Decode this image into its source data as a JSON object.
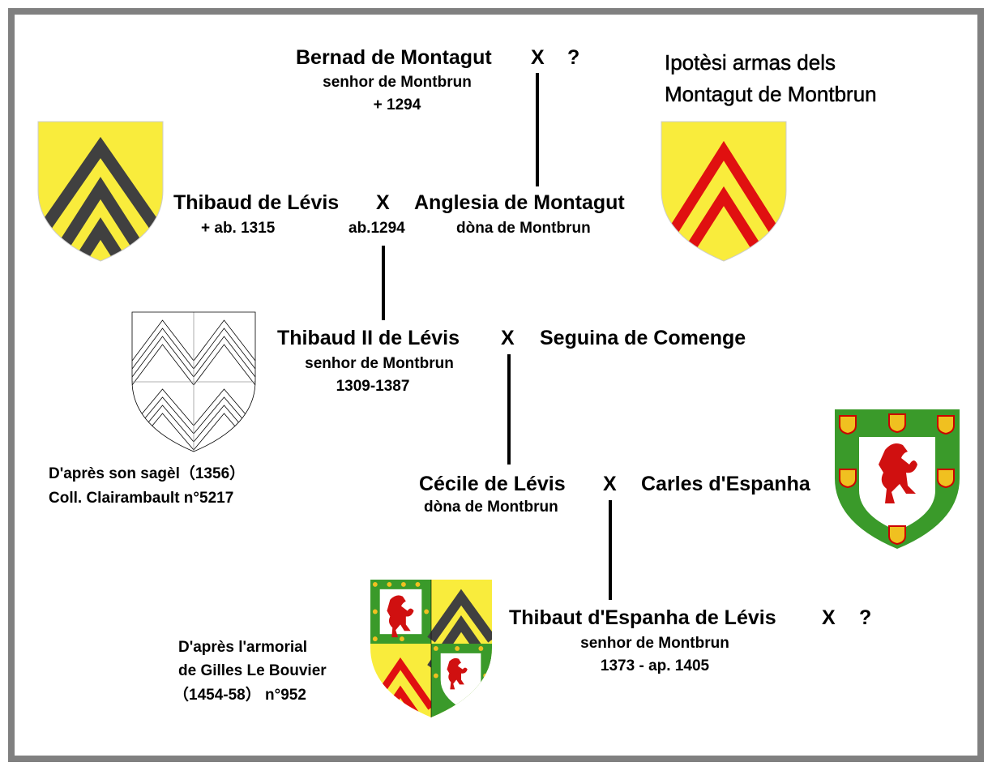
{
  "gen1": {
    "name": "Bernad de Montagut",
    "x": "X",
    "spouse": "?",
    "title": "senhor de Montbrun",
    "dates": "+ 1294"
  },
  "hypothesis": {
    "line1": "Ipotèsi armas dels",
    "line2": "Montagut de Montbrun"
  },
  "gen2": {
    "name": "Thibaud de Lévis",
    "x": "X",
    "spouse": "Anglesia de Montagut",
    "death": "+ ab. 1315",
    "marriage": "ab.1294",
    "spouse_title": "dòna de Montbrun"
  },
  "gen3": {
    "name": "Thibaud II de Lévis",
    "x": "X",
    "spouse": "Seguina de Comenge",
    "title": "senhor de Montbrun",
    "dates": "1309-1387"
  },
  "seal_note": {
    "line1": "D'après son sagèl（1356）",
    "line2": "Coll. Clairambault n°5217"
  },
  "gen4": {
    "name": "Cécile de Lévis",
    "x": "X",
    "spouse": "Carles d'Espanha",
    "title": "dòna de Montbrun"
  },
  "armorial_note": {
    "line1": "D'après l'armorial",
    "line2": "de Gilles Le Bouvier",
    "line3": "（1454-58） n°952"
  },
  "gen5": {
    "name": "Thibaut d'Espanha de Lévis",
    "x": "X",
    "spouse": "?",
    "title": "senhor de Montbrun",
    "dates": "1373 - ap. 1405"
  },
  "colors": {
    "frame": "#808080",
    "or": "#f9ec3c",
    "sable": "#404040",
    "gules": "#e01010",
    "vert": "#3a9a2a",
    "argent": "#ffffff"
  }
}
